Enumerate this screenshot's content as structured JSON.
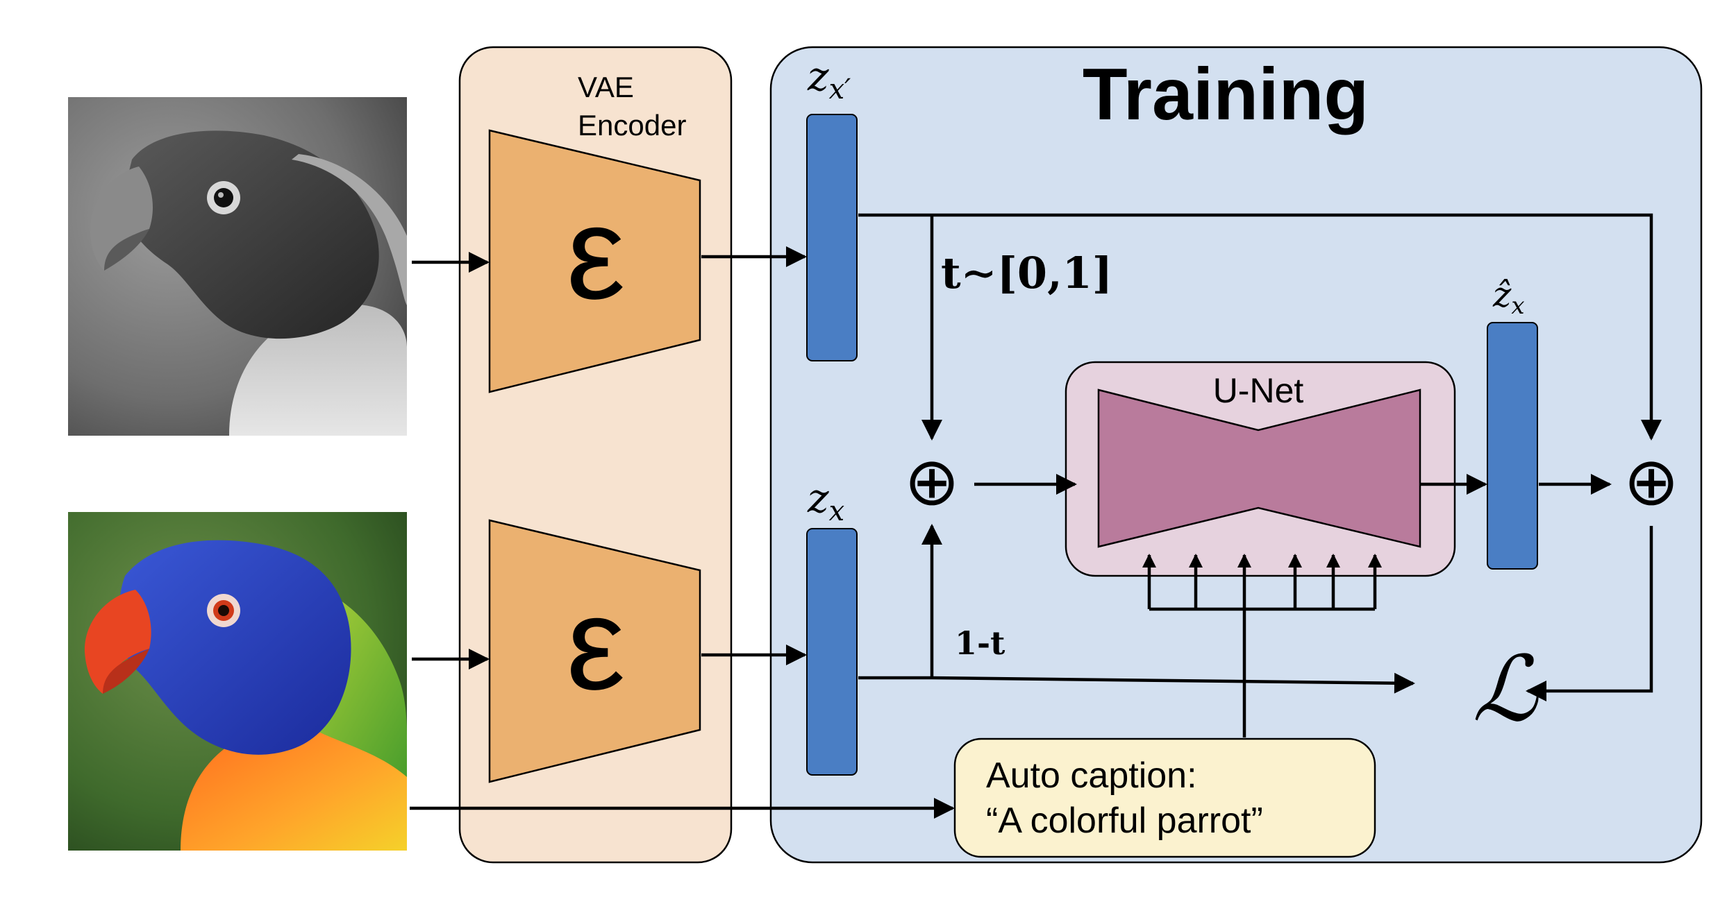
{
  "vae": {
    "title_line1": "VAE",
    "title_line2": "Encoder",
    "encoder_symbol": "ε"
  },
  "training": {
    "title": "Training"
  },
  "latents": {
    "z_x_prime": {
      "base": "z",
      "sub": "x′"
    },
    "z_x": {
      "base": "z",
      "sub": "x"
    },
    "z_hat_x": {
      "base": "ẑ",
      "sub": "x"
    }
  },
  "labels": {
    "t_sample": "t∼[0,1]",
    "one_minus_t": "1-t",
    "plus": "⊕",
    "loss": "ℒ"
  },
  "unet": {
    "label": "U-Net"
  },
  "caption": {
    "line1": "Auto caption:",
    "line2": "“A colorful parrot”"
  },
  "colors": {
    "vae_bg": "#f7e3d0",
    "encoder_fill": "#ebb170",
    "training_bg": "#d3e0f0",
    "latent_fill": "#4a7ec4",
    "unet_bg": "#e6d2de",
    "unet_fill": "#b97b9c",
    "caption_bg": "#fbf2cf"
  },
  "images": {
    "gray_parrot": "grayscale-parrot-image",
    "color_parrot": "color-parrot-image"
  }
}
